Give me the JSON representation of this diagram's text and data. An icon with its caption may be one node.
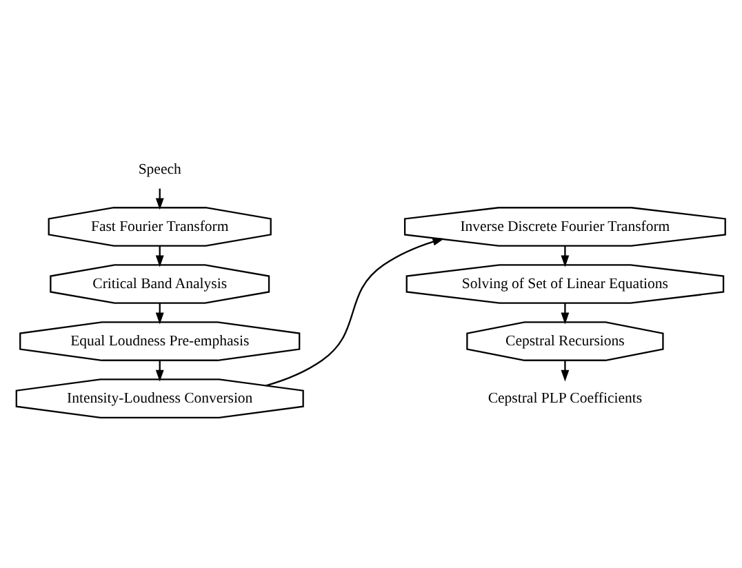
{
  "diagram": {
    "nodes": [
      {
        "text": [
          "Speech"
        ]
      },
      {
        "text": [
          "Fast Fourier Transform"
        ]
      },
      {
        "text": [
          "Critical Band Analysis"
        ]
      },
      {
        "text": [
          "Equal Loudness Pre-emphasis"
        ]
      },
      {
        "text": [
          "Intensity-Loudness Conversion"
        ]
      },
      {
        "text": [
          "Inverse Discrete Fourier Transform"
        ]
      },
      {
        "text": [
          "Solving of Set of Linear Equations"
        ]
      },
      {
        "text": [
          "Cepstral Recursions"
        ]
      },
      {
        "text": [
          "Cepstral PLP Coefficients"
        ]
      }
    ],
    "edges": [
      {
        "from": 0,
        "to": 1,
        "arrow": "to"
      },
      {
        "from": 1,
        "to": 2,
        "arrow": "to"
      },
      {
        "from": 2,
        "to": 3,
        "arrow": "to"
      },
      {
        "from": 3,
        "to": 4,
        "arrow": "to"
      },
      {
        "from": 4,
        "to": 5,
        "arrow": "to"
      },
      {
        "from": 5,
        "to": 6,
        "arrow": "to"
      },
      {
        "from": 6,
        "to": 7,
        "arrow": "to"
      },
      {
        "from": 7,
        "to": 8,
        "arrow": "to"
      }
    ]
  }
}
